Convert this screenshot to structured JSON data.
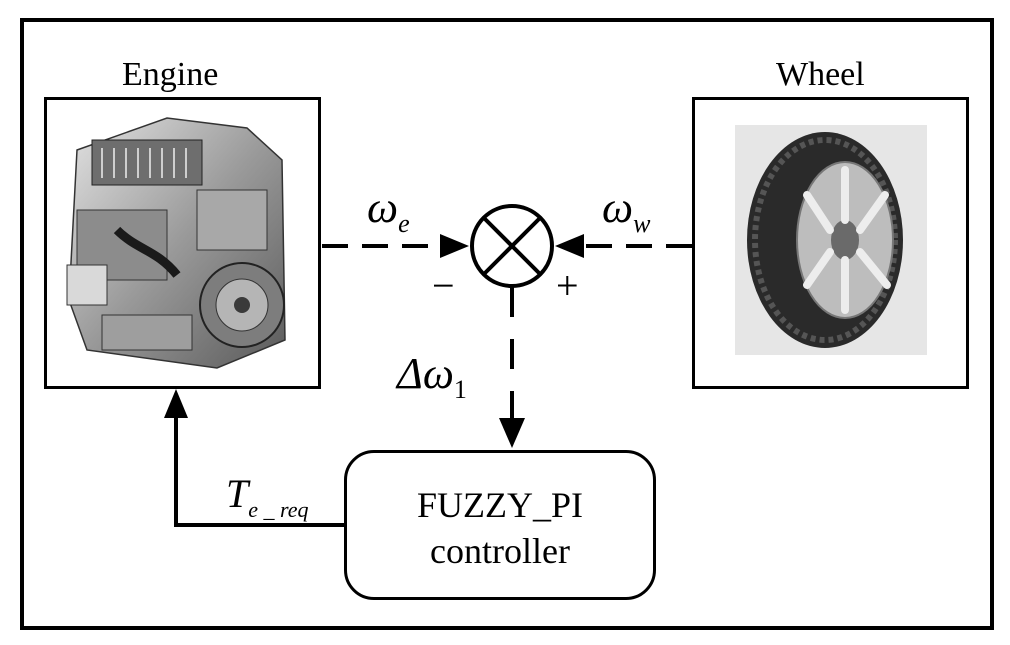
{
  "labels": {
    "engine": "Engine",
    "wheel": "Wheel"
  },
  "signals": {
    "omega_e_sym": "ω",
    "omega_e_sub": "e",
    "omega_w_sym": "ω",
    "omega_w_sub": "w",
    "delta_omega_sym": "Δω",
    "delta_omega_sub": "1",
    "torque_sym": "T",
    "torque_sub": "e _ req"
  },
  "summing_junction": {
    "left_sign": "−",
    "right_sign": "+"
  },
  "controller": {
    "line1": "FUZZY_PI",
    "line2": "controller"
  }
}
